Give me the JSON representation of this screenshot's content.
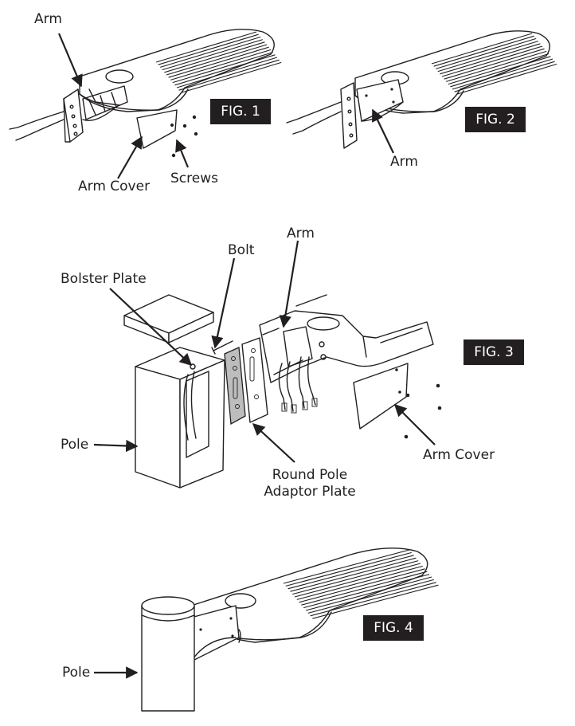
{
  "labels": {
    "fig1_arm": "Arm",
    "fig1_arm_cover": "Arm Cover",
    "fig1_screws": "Screws",
    "fig2_arm": "Arm",
    "fig3_arm": "Arm",
    "fig3_bolt": "Bolt",
    "fig3_bolster_plate": "Bolster Plate",
    "fig3_pole": "Pole",
    "fig3_round_pole_adaptor_line1": "Round Pole",
    "fig3_round_pole_adaptor_line2": "Adaptor Plate",
    "fig3_arm_cover": "Arm Cover",
    "fig4_pole": "Pole"
  },
  "figures": {
    "fig1": "FIG. 1",
    "fig2": "FIG. 2",
    "fig3": "FIG. 3",
    "fig4": "FIG. 4"
  },
  "colors": {
    "line": "#231f20",
    "tag_background": "#231f20",
    "tag_text": "#ffffff",
    "plate_fill": "#bdbdbd"
  }
}
